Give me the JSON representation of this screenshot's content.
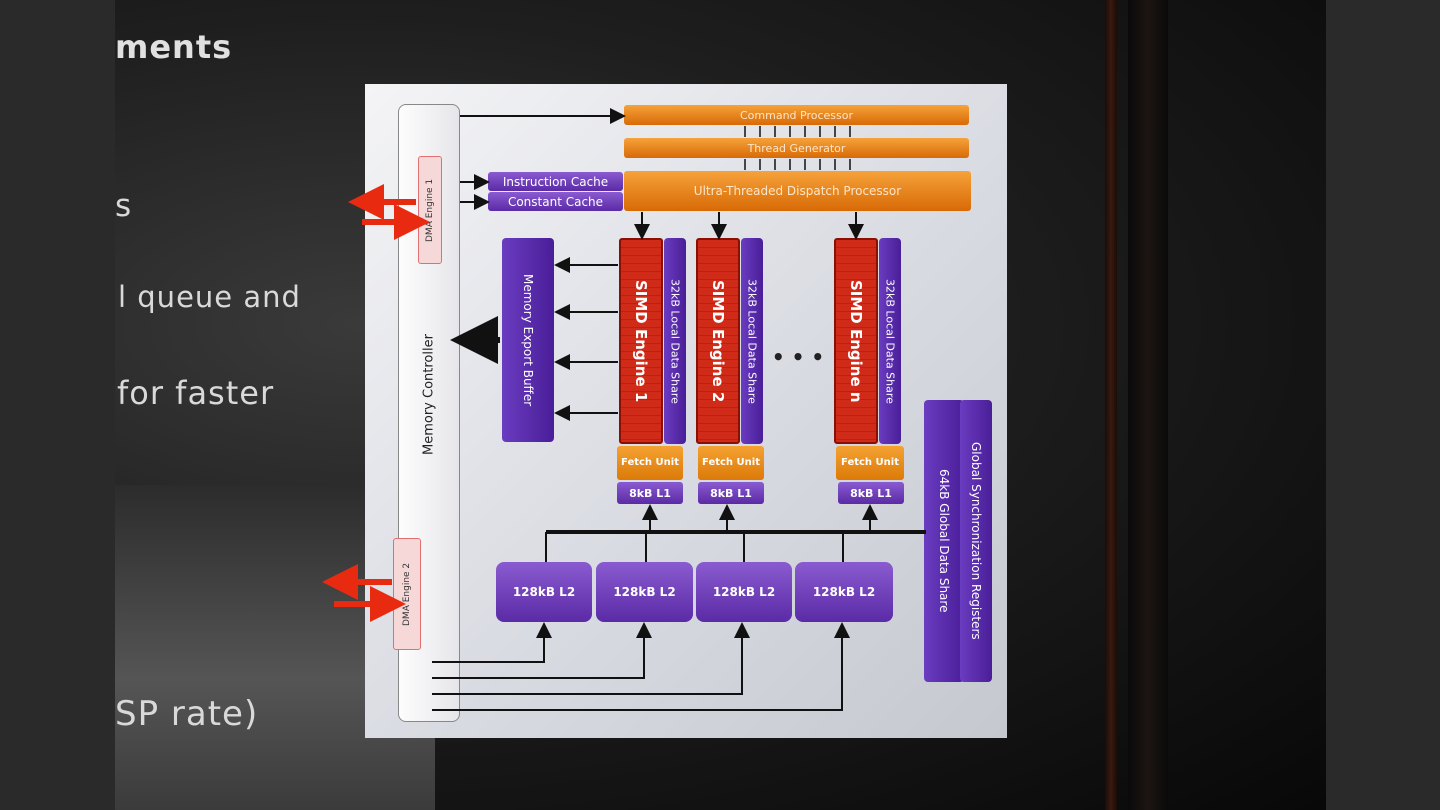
{
  "slide_bullets": {
    "heading_fragment": "ments",
    "line1": "s",
    "line2": "l queue and",
    "line3": "for faster",
    "line4": "SP rate)"
  },
  "diagram": {
    "memory_controller": "Memory Controller",
    "dma_engine_1": "DMA Engine 1",
    "dma_engine_2": "DMA Engine 2",
    "command_processor": "Command Processor",
    "thread_generator": "Thread Generator",
    "instruction_cache": "Instruction Cache",
    "constant_cache": "Constant Cache",
    "dispatch_processor": "Ultra-Threaded Dispatch Processor",
    "memory_export_buffer": "Memory Export Buffer",
    "simd_engines": [
      {
        "name": "SIMD Engine 1",
        "lds": "32kB Local Data Share",
        "fetch": "Fetch Unit",
        "l1": "8kB L1"
      },
      {
        "name": "SIMD Engine 2",
        "lds": "32kB Local Data Share",
        "fetch": "Fetch Unit",
        "l1": "8kB L1"
      },
      {
        "name": "SIMD Engine n",
        "lds": "32kB Local Data Share",
        "fetch": "Fetch Unit",
        "l1": "8kB L1"
      }
    ],
    "ellipsis": "• • •",
    "l2_caches": [
      "128kB L2",
      "128kB L2",
      "128kB L2",
      "128kB L2"
    ],
    "global_data_share": "64kB Global Data Share",
    "global_sync_registers": "Global Synchronization Registers"
  },
  "colors": {
    "orange": "#e8860f",
    "purple": "#6a3cc0",
    "red": "#d02a18",
    "arrow_red": "#e82a10"
  }
}
